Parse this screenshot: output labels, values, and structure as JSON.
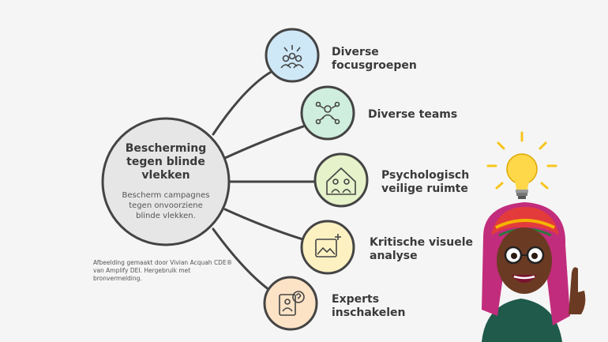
{
  "center": {
    "title": "Bescherming\ntegen blinde\nvlekken",
    "subtitle": "Bescherm campagnes\ntegen onvoorziene\nblinde vlekken."
  },
  "branches": [
    {
      "label": "Diverse\nfocusgroepen",
      "color": "#cfe8f7",
      "icon": "focus-group-icon"
    },
    {
      "label": "Diverse teams",
      "color": "#cfeedd",
      "icon": "team-network-icon"
    },
    {
      "label": "Psychologisch\nveilige ruimte",
      "color": "#e6f2c9",
      "icon": "safe-house-icon"
    },
    {
      "label": "Kritische visuele\nanalyse",
      "color": "#fdf1c2",
      "icon": "image-sparkle-icon"
    },
    {
      "label": "Experts\ninschakelen",
      "color": "#fde3c6",
      "icon": "expert-question-icon"
    }
  ],
  "credit": "Afbeelding gemaakt door Vivian Acquah CDE®\nvan Amplify DEI. Hergebruik met\nbronvermelding.",
  "colors": {
    "stroke": "#444444",
    "center_fill": "#e6e6e6",
    "bulb": "#ffd84a"
  }
}
